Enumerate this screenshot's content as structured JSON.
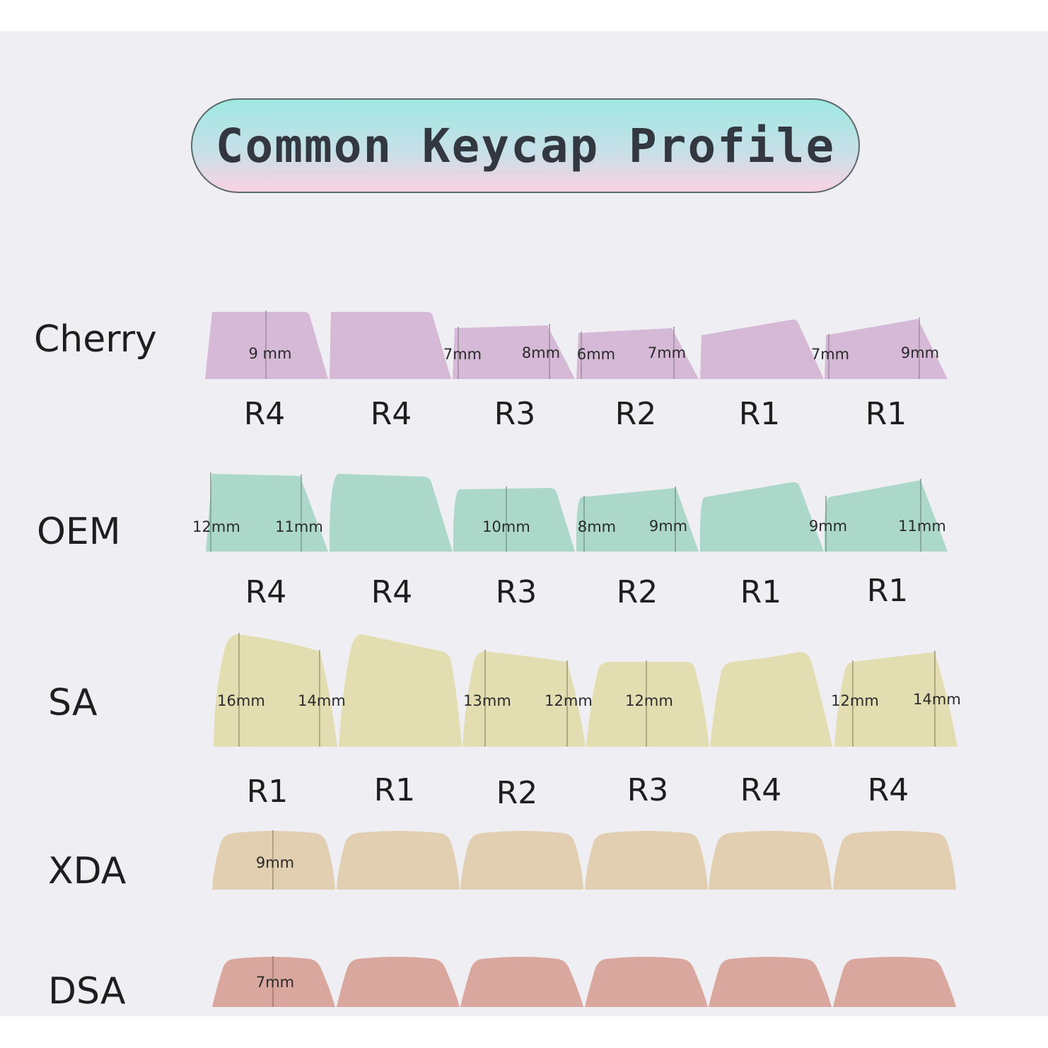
{
  "title": "Common Keycap Profile",
  "colors": {
    "background": "#efeff3",
    "cherry": "#d6b9d6",
    "oem": "#acd8c9",
    "sa": "#e3deb2",
    "xda": "#e2cfb2",
    "dsa": "#d9a79d"
  },
  "rows": [
    {
      "label": "Cherry",
      "captions": [
        "R4",
        "R4",
        "R3",
        "R2",
        "R1",
        "R1"
      ],
      "measurements": [
        "9 mm",
        "7mm",
        "8mm",
        "6mm",
        "7mm",
        "7mm",
        "9mm"
      ]
    },
    {
      "label": "OEM",
      "captions": [
        "R4",
        "R4",
        "R3",
        "R2",
        "R1",
        "R1"
      ],
      "measurements": [
        "12mm",
        "11mm",
        "10mm",
        "8mm",
        "9mm",
        "9mm",
        "11mm"
      ]
    },
    {
      "label": "SA",
      "captions": [
        "R1",
        "R1",
        "R2",
        "R3",
        "R4",
        "R4"
      ],
      "measurements": [
        "16mm",
        "14mm",
        "13mm",
        "12mm",
        "12mm",
        "12mm",
        "14mm"
      ]
    },
    {
      "label": "XDA",
      "captions": [],
      "measurements": [
        "9mm"
      ]
    },
    {
      "label": "DSA",
      "captions": [],
      "measurements": [
        "7mm"
      ]
    }
  ]
}
